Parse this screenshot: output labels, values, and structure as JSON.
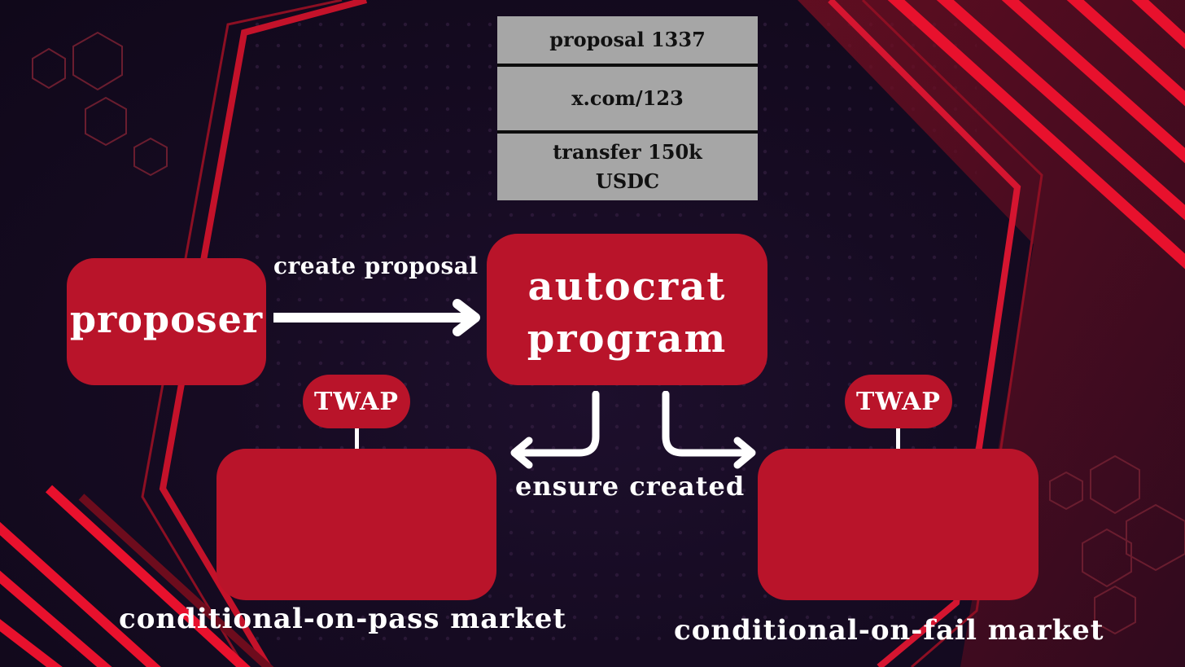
{
  "proposal_block": {
    "row1": "proposal 1337",
    "row2": "x.com/123",
    "row3_line1": "transfer 150k",
    "row3_line2": "USDC"
  },
  "proposer": {
    "label": "proposer"
  },
  "arrow_label": "create proposal",
  "autocrat": {
    "line1": "autocrat",
    "line2": "program"
  },
  "ensure_label": "ensure created",
  "pass_market": {
    "twap": "TWAP",
    "caption": "conditional-on-pass market"
  },
  "fail_market": {
    "twap": "TWAP",
    "caption": "conditional-on-fail market"
  },
  "colors": {
    "card": "#b9142a",
    "proposal_bg": "#a6a6a6",
    "accent": "#e8112d"
  }
}
